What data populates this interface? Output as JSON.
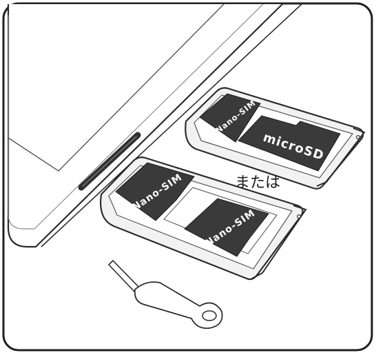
{
  "illustration": {
    "top_tray": {
      "slot1_label": "Nano-SIM",
      "slot2_label": "microSD"
    },
    "separator_label": "または",
    "bottom_tray": {
      "slot1_label": "Nano-SIM",
      "slot2_label": "Nano-SIM"
    },
    "colors": {
      "card_fill": "#3a3a3a",
      "outline": "#2b2b2b",
      "slot_port": "#2f2f2f",
      "background": "#ffffff"
    }
  }
}
